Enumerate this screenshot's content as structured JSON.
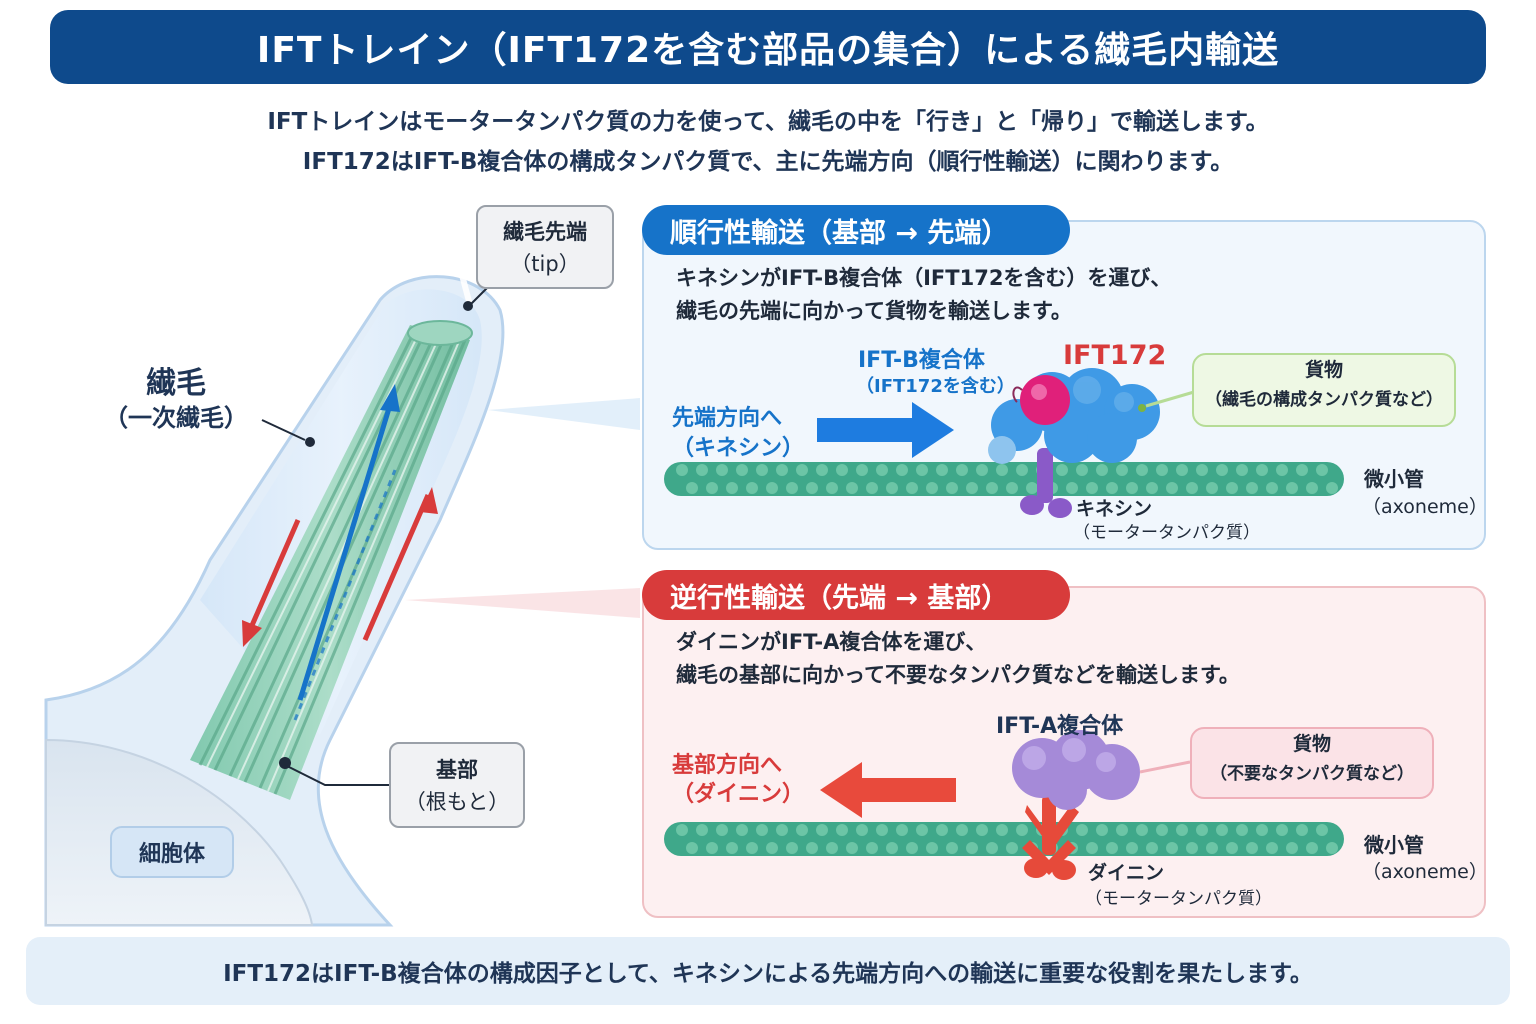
{
  "title": "IFTトレイン（IFT172を含む部品の集合）による繊毛内輸送",
  "intro": {
    "line1": "IFTトレインはモータータンパク質の力を使って、繊毛の中を「行き」と「帰り」で輸送します。",
    "line2": "IFT172はIFT-B複合体の構成タンパク質で、主に先端方向（順行性輸送）に関わります。"
  },
  "cilium": {
    "name": "繊毛",
    "name_sub": "（一次繊毛）",
    "tip_label": "繊毛先端",
    "tip_sub": "（tip）",
    "base_label": "基部",
    "base_sub": "（根もと）",
    "cell_body": "細胞体"
  },
  "anterograde": {
    "pill": "順行性輸送（基部 → 先端）",
    "desc1": "キネシンがIFT-B複合体（IFT172を含む）を運び、",
    "desc2": "繊毛の先端に向かって貨物を輸送します。",
    "direction1": "先端方向へ",
    "direction2": "（キネシン）",
    "complex": "IFT-B複合体",
    "complex_sub": "（IFT172を含む）",
    "ift172": "IFT172",
    "cargo": "貨物",
    "cargo_sub": "（繊毛の構成タンパク質など）",
    "microtubule": "微小管",
    "microtubule_sub": "（axoneme）",
    "motor": "キネシン",
    "motor_sub": "（モータータンパク質）"
  },
  "retrograde": {
    "pill": "逆行性輸送（先端 → 基部）",
    "desc1": "ダイニンがIFT-A複合体を運び、",
    "desc2": "繊毛の基部に向かって不要なタンパク質などを輸送します。",
    "direction1": "基部方向へ",
    "direction2": "（ダイニン）",
    "complex": "IFT-A複合体",
    "cargo": "貨物",
    "cargo_sub": "（不要なタンパク質など）",
    "microtubule": "微小管",
    "microtubule_sub": "（axoneme）",
    "motor": "ダイニン",
    "motor_sub": "（モータータンパク質）"
  },
  "footer": "IFT172はIFT-B複合体の構成因子として、キネシンによる先端方向への輸送に重要な役割を果たします。",
  "colors": {
    "navy": "#0e4a8c",
    "blue": "#1673c9",
    "red": "#d83b3b",
    "microtubule": "#3fa88a",
    "ift172": "#e0207a",
    "ift_b": "#3f9ae6",
    "ift_a": "#a58ad8",
    "kinesin": "#8a5ac8",
    "dynein": "#e64a3a"
  }
}
